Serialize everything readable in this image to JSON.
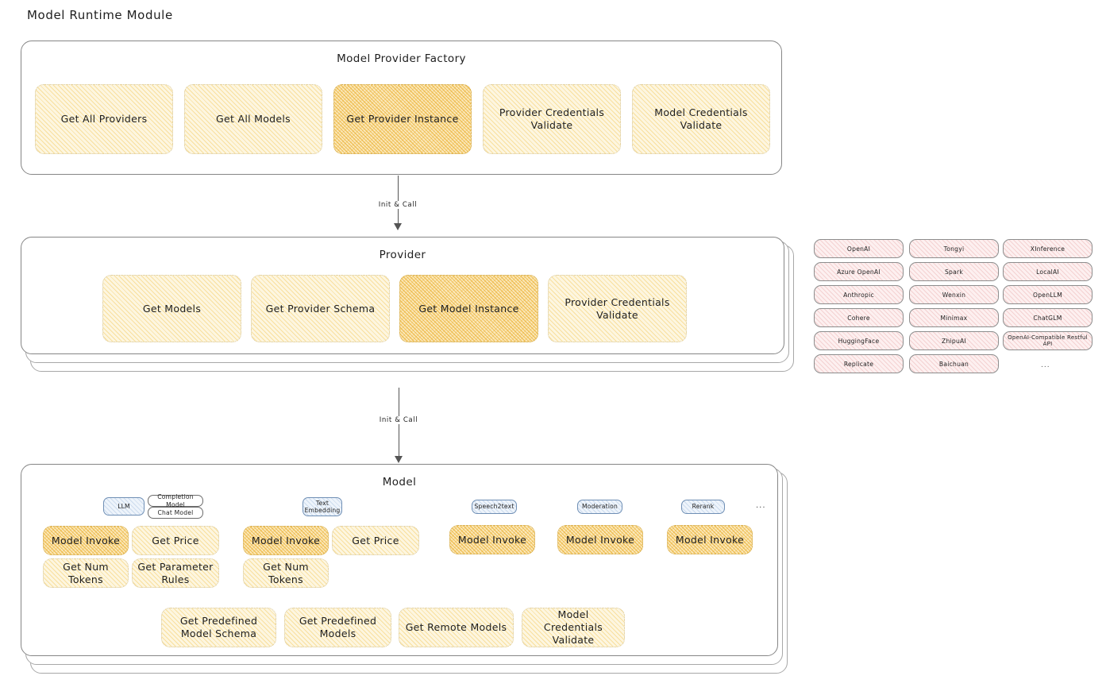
{
  "page": {
    "title": "Model Runtime Module"
  },
  "arrows": [
    {
      "label": "Init & Call"
    },
    {
      "label": "Init & Call"
    }
  ],
  "factory": {
    "title": "Model Provider Factory",
    "nodes": [
      {
        "label": "Get All Providers",
        "highlight": false
      },
      {
        "label": "Get All Models",
        "highlight": false
      },
      {
        "label": "Get Provider Instance",
        "highlight": true
      },
      {
        "label": "Provider Credentials Validate",
        "highlight": false
      },
      {
        "label": "Model Credentials Validate",
        "highlight": false
      }
    ]
  },
  "provider": {
    "title": "Provider",
    "nodes": [
      {
        "label": "Get Models",
        "highlight": false
      },
      {
        "label": "Get Provider Schema",
        "highlight": false
      },
      {
        "label": "Get Model Instance",
        "highlight": true
      },
      {
        "label": "Provider Credentials Validate",
        "highlight": false
      }
    ]
  },
  "provider_list": {
    "ellipsis": "...",
    "columns": [
      [
        "OpenAI",
        "Azure OpenAI",
        "Anthropic",
        "Cohere",
        "HuggingFace",
        "Replicate"
      ],
      [
        "Tongyi",
        "Spark",
        "Wenxin",
        "Minimax",
        "ZhipuAI",
        "Baichuan"
      ],
      [
        "XInference",
        "LocalAI",
        "OpenLLM",
        "ChatGLM",
        "OpenAI-Compatible Restful API"
      ]
    ]
  },
  "model": {
    "title": "Model",
    "ellipsis": "...",
    "types": [
      {
        "badge": "LLM",
        "sub_badges": [
          "Completion Model",
          "Chat Model"
        ],
        "methods": [
          {
            "label": "Model Invoke",
            "highlight": true
          },
          {
            "label": "Get Price",
            "highlight": false
          },
          {
            "label": "Get Num Tokens",
            "highlight": false
          },
          {
            "label": "Get Parameter Rules",
            "highlight": false
          }
        ]
      },
      {
        "badge": "Text Embedding",
        "sub_badges": [],
        "methods": [
          {
            "label": "Model Invoke",
            "highlight": true
          },
          {
            "label": "Get Price",
            "highlight": false
          },
          {
            "label": "Get Num Tokens",
            "highlight": false
          }
        ]
      },
      {
        "badge": "Speech2text",
        "sub_badges": [],
        "methods": [
          {
            "label": "Model Invoke",
            "highlight": true
          }
        ]
      },
      {
        "badge": "Moderation",
        "sub_badges": [],
        "methods": [
          {
            "label": "Model Invoke",
            "highlight": true
          }
        ]
      },
      {
        "badge": "Rerank",
        "sub_badges": [],
        "methods": [
          {
            "label": "Model Invoke",
            "highlight": true
          }
        ]
      }
    ],
    "shared_methods": [
      {
        "label": "Get Predefined Model Schema"
      },
      {
        "label": "Get Predefined Models"
      },
      {
        "label": "Get Remote Models"
      },
      {
        "label": "Model Credentials Validate"
      }
    ]
  },
  "colors": {
    "node_fill": "#fdf6e0",
    "node_highlight_fill": "#fbe9bd",
    "chip_fill": "#fdf0f0",
    "badge_fill": "#eef4fb",
    "stroke": "#868686",
    "text": "#1e1e1e"
  }
}
